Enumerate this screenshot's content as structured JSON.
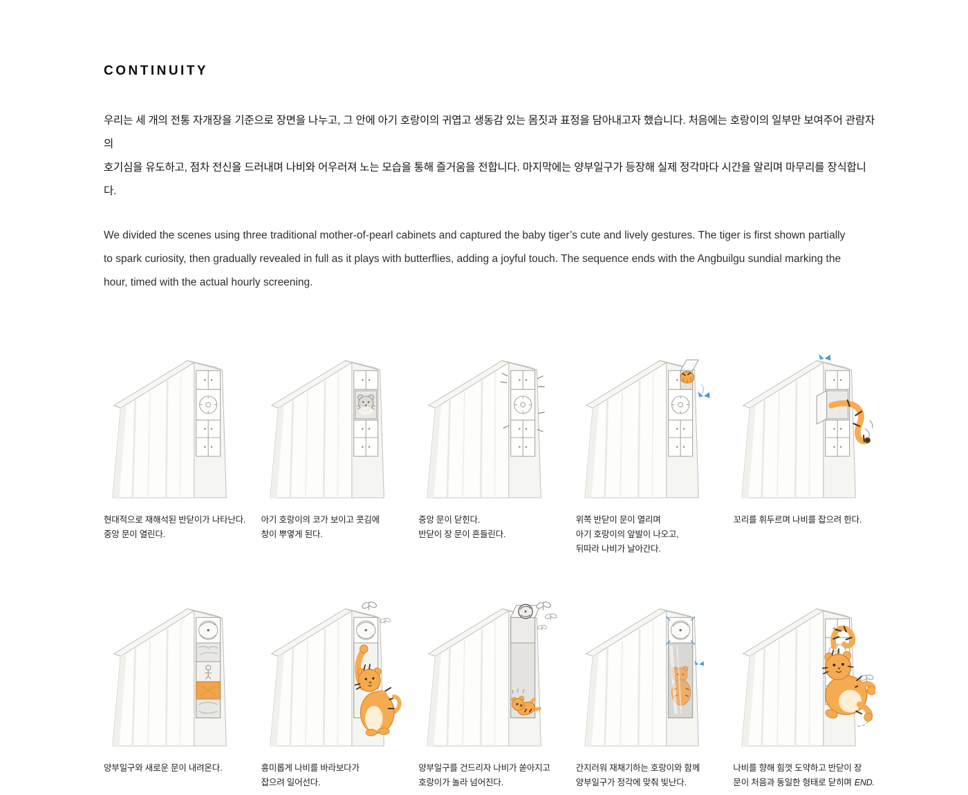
{
  "title": "CONTINUITY",
  "intro": {
    "ko_lines": [
      "우리는 세 개의 전통 자개장을 기준으로 장면을 나누고, 그 안에 아기 호랑이의 귀엽고 생동감 있는 몸짓과 표정을 담아내고자 했습니다. 처음에는 호랑이의 일부만 보여주어 관람자의",
      "호기심을 유도하고, 점차 전신을 드러내며 나비와 어우러져 노는 모습을 통해 즐거움을 전합니다. 마지막에는 양부일구가 등장해 실제 정각마다 시간을 알리며 마무리를 장식합니다."
    ],
    "en_lines": [
      "We divided the scenes using three traditional mother-of-pearl cabinets and captured the baby tiger’s cute and lively gestures. The tiger is first shown partially",
      "to spark curiosity, then gradually revealed in full as it plays with butterflies, adding a joyful touch. The sequence ends with the Angbuilgu sundial marking the",
      "hour, timed with the actual hourly screening."
    ]
  },
  "storyboard": {
    "panels": [
      {
        "lines": [
          "현대적으로 재해석된 반닫이가 나타난다.",
          "중앙 문이 열린다."
        ]
      },
      {
        "lines": [
          "아기 호랑이의 코가 보이고 콧김에",
          "창이 뿌옇게 된다."
        ]
      },
      {
        "lines": [
          "중앙 문이 닫힌다.",
          "반닫이 장 문이 흔들린다."
        ]
      },
      {
        "lines": [
          "위쪽 반닫이 문이 열리며",
          "아기 호랑이의 앞발이 나오고,",
          "뒤따라 나비가 날아간다."
        ]
      },
      {
        "lines": [
          "꼬리를 휘두르며 나비를 잡으려 한다."
        ]
      },
      {
        "lines": [
          "양부일구와 새로운 문이 내려온다."
        ]
      },
      {
        "lines": [
          "흥미롭게 나비를 바라보다가",
          "잡으려 일어선다."
        ]
      },
      {
        "lines": [
          "양부일구를 건드리자 나비가 쏟아지고",
          "호랑이가 놀라 넘어진다."
        ]
      },
      {
        "lines": [
          "간지러워 재채기하는 호랑이와 함께",
          "양부일구가 정각에 맞춰 빛난다."
        ]
      },
      {
        "lines": [
          "나비를 향해 힘껏 도약하고 반닫이 장",
          "문이 처음과 동일한 형태로 닫히며"
        ],
        "end_label": "END."
      }
    ]
  },
  "colors": {
    "tiger_orange": "#f7ab51",
    "butterfly_blue": "#57a4e3",
    "sketch_gray": "#9c9c98",
    "text_dark": "#1a1a1a"
  }
}
